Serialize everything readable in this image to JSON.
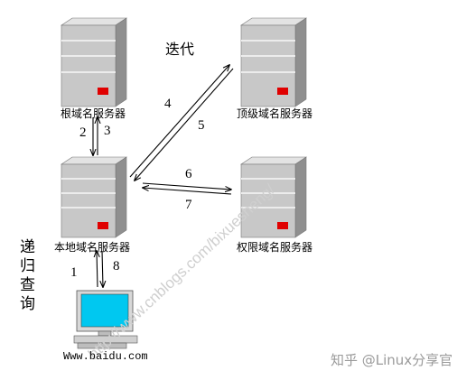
{
  "nodes": {
    "root": "根域名服务器",
    "tld": "顶级域名服务器",
    "local": "本地域名服务器",
    "auth": "权限域名服务器",
    "client": "Www.baidu.com"
  },
  "labels": {
    "iterative": "迭代",
    "recursive": "递归查询"
  },
  "step_numbers": {
    "s1": "1",
    "s2": "2",
    "s3": "3",
    "s4": "4",
    "s5": "5",
    "s6": "6",
    "s7": "7",
    "s8": "8"
  },
  "watermark": "http://www.cnblogs.com/bixuesheng/",
  "brand": "知乎 @Linux分享官",
  "colors": {
    "server_body": "#c8c8c8",
    "server_side": "#8f8f8f",
    "indicator": "#e00000",
    "screen": "#00c8f0"
  }
}
